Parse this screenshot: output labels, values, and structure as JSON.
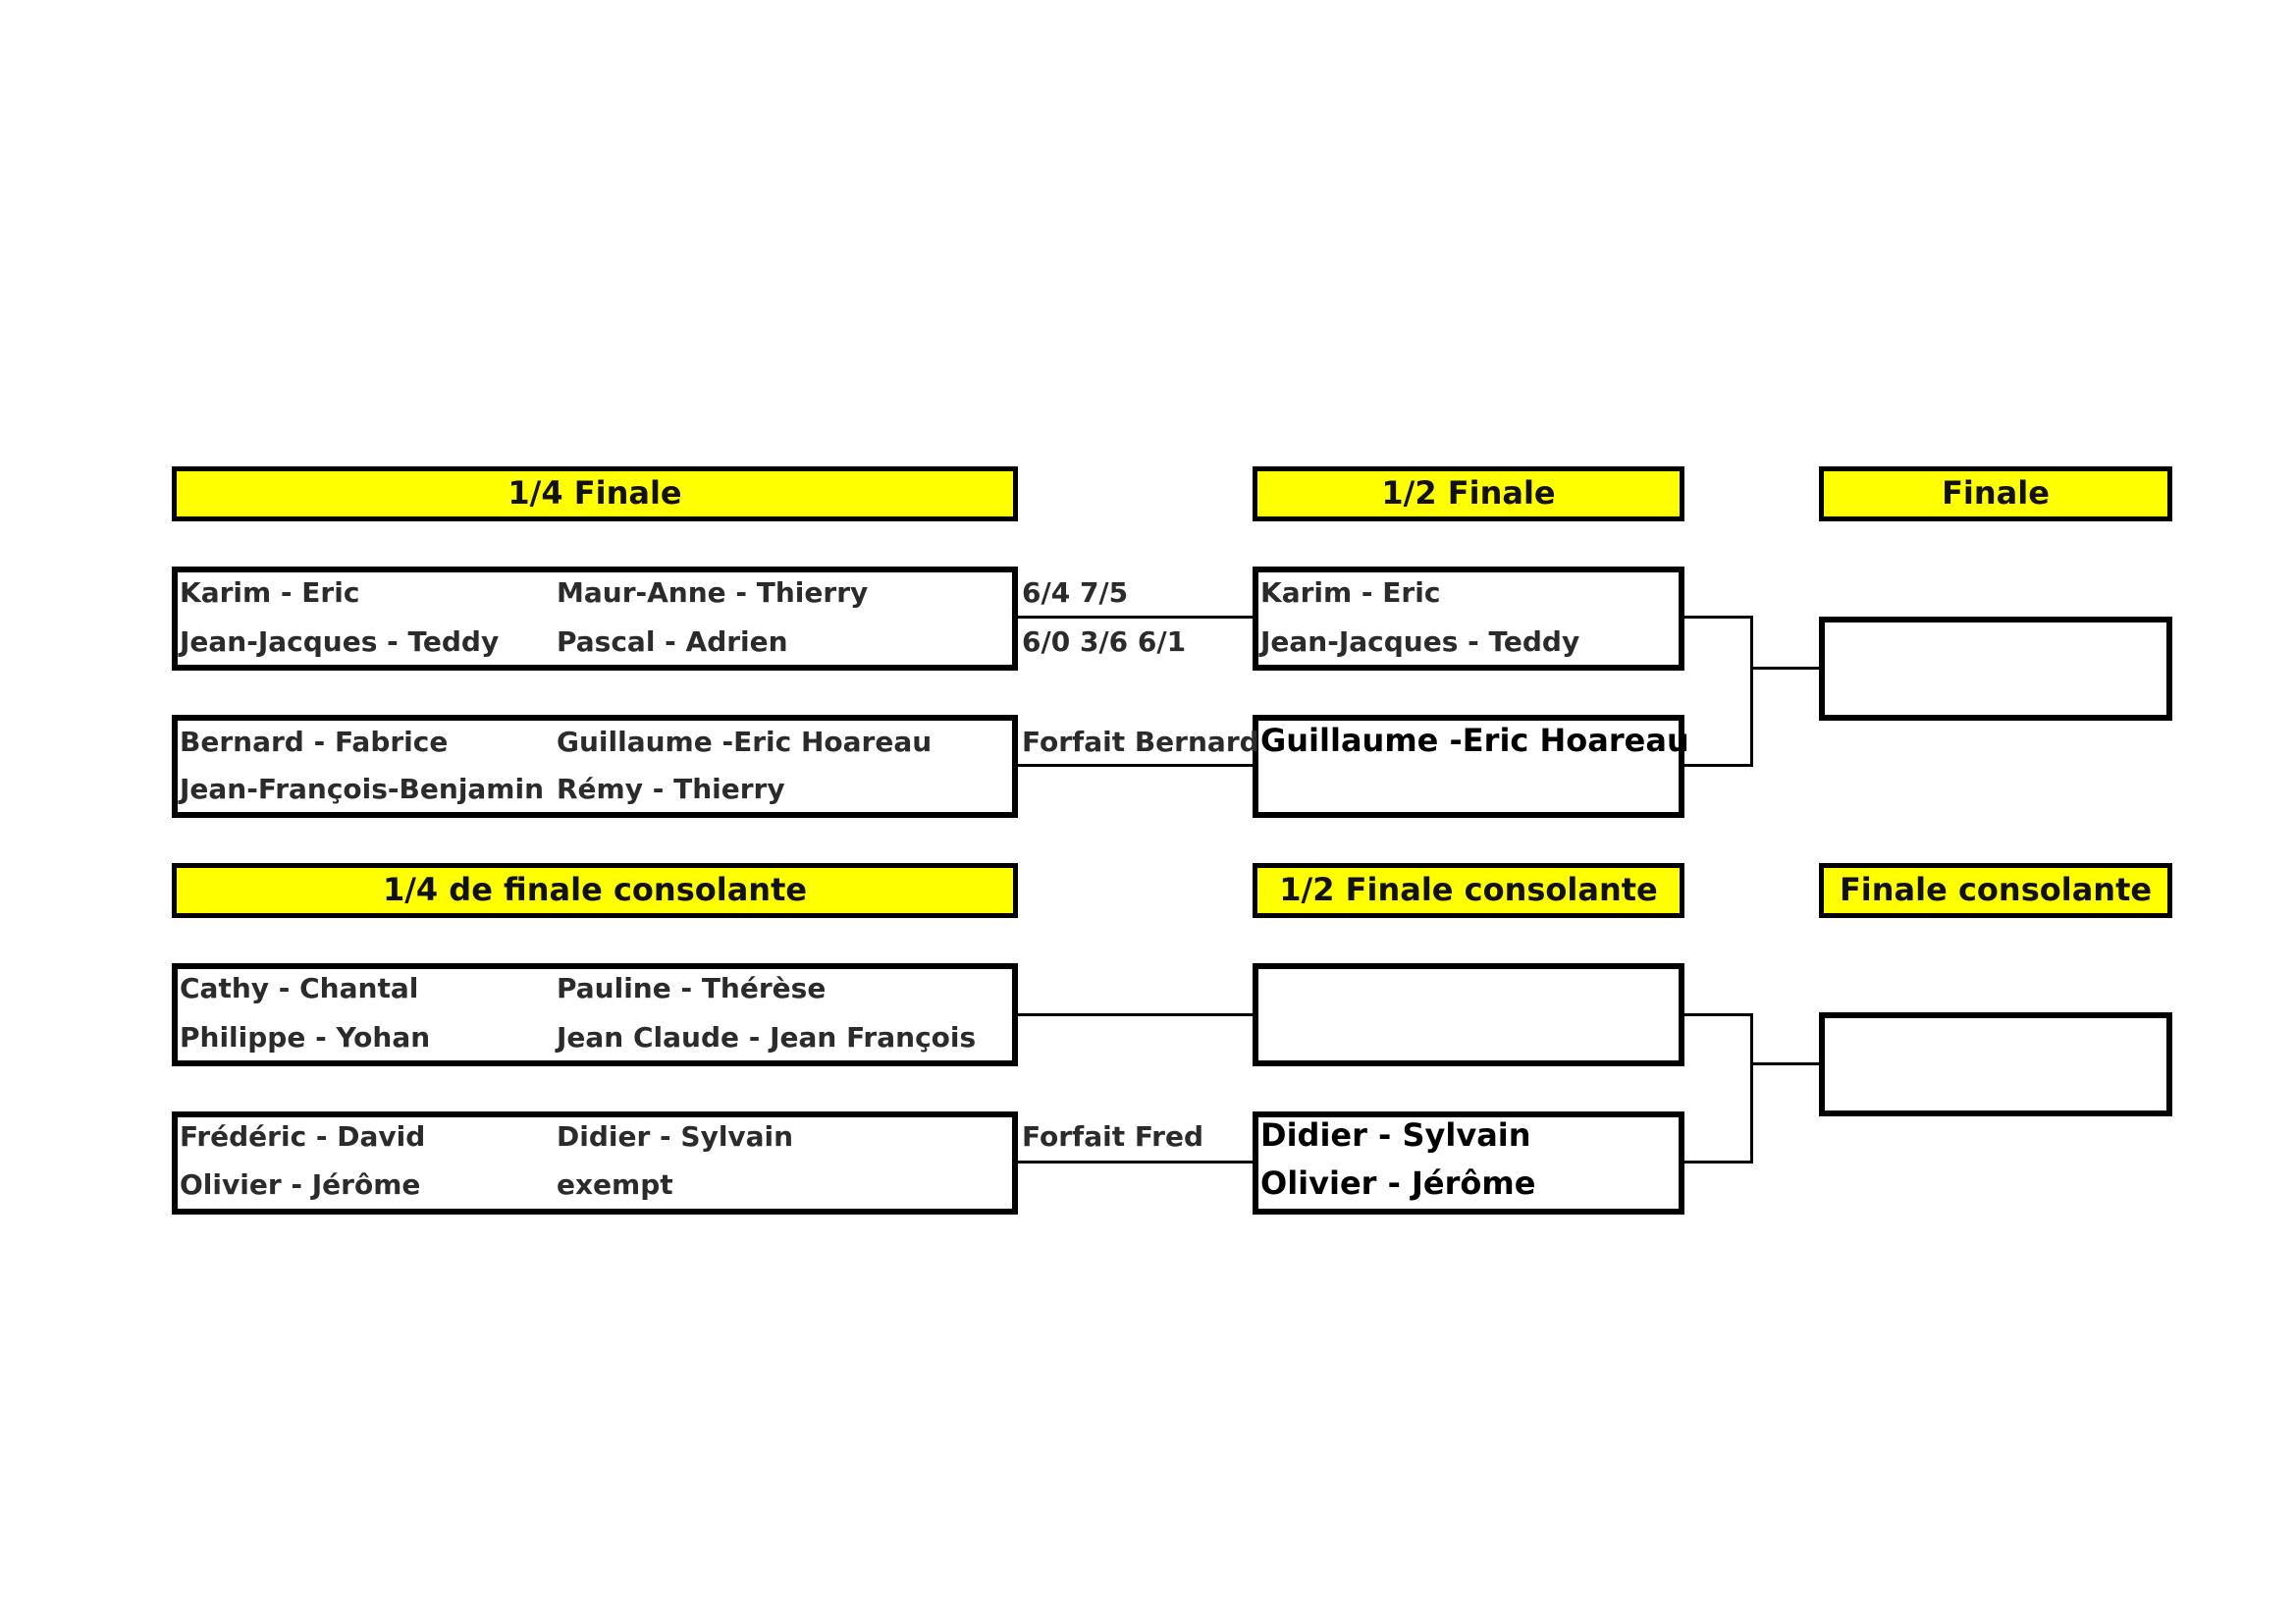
{
  "headers": {
    "quart": "1/4 Finale",
    "demi": "1/2 Finale",
    "finale": "Finale",
    "quart_consolante": "1/4 de finale consolante",
    "demi_consolante": "1/2 Finale consolante",
    "finale_consolante": "Finale consolante"
  },
  "quarter_finals": [
    {
      "left_top": "Karim - Eric",
      "left_bottom": "Jean-Jacques - Teddy",
      "right_top": "Maur-Anne - Thierry",
      "right_bottom": "Pascal - Adrien",
      "result_line1": "6/4 7/5",
      "result_line2": "6/0 3/6 6/1"
    },
    {
      "left_top": "Bernard - Fabrice",
      "left_bottom": "Jean-François-Benjamin",
      "right_top": "Guillaume -Eric Hoareau",
      "right_bottom": "Rémy - Thierry",
      "result_line1": "Forfait Bernard"
    }
  ],
  "semi_finals": [
    {
      "line1": "Karim - Eric",
      "line2": "Jean-Jacques - Teddy"
    },
    {
      "line1": "Guillaume -Eric Hoareau"
    }
  ],
  "consolation_quarters": [
    {
      "left_top": "Cathy - Chantal",
      "left_bottom": "Philippe - Yohan",
      "right_top": "Pauline - Thérèse",
      "right_bottom": "Jean Claude - Jean François"
    },
    {
      "left_top": "Frédéric - David",
      "left_bottom": "Olivier - Jérôme",
      "right_top": "Didier - Sylvain",
      "right_bottom": "exempt",
      "result_line1": "Forfait Fred"
    }
  ],
  "consolation_semis": [
    {},
    {
      "line1": "Didier - Sylvain",
      "line2": "Olivier - Jérôme"
    }
  ],
  "colors": {
    "header_background": "#ffff00",
    "border": "#000000"
  }
}
